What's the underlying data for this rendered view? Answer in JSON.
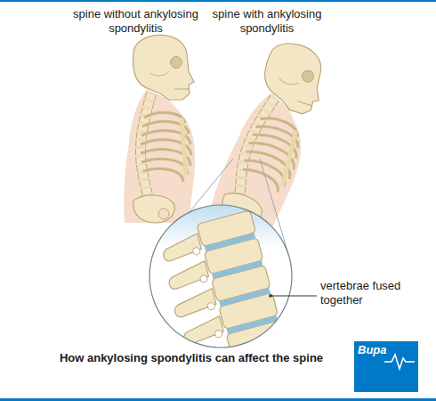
{
  "diagram": {
    "caption": "How ankylosing spondylitis can affect the spine",
    "labels": [
      "spine without ankylosing spondylitis",
      "spine with ankylosing spondylitis",
      "vertebrae fused together",
      "Bupa"
    ]
  }
}
